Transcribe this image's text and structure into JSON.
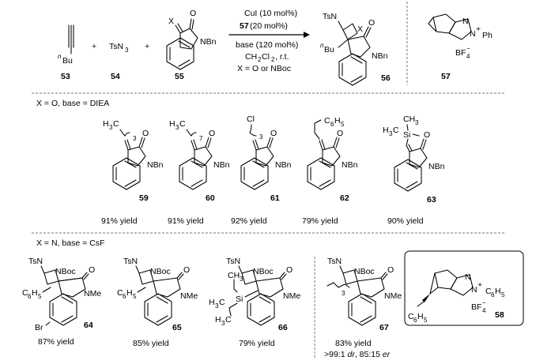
{
  "reaction": {
    "reagent_53": "53",
    "reagent_53_sub": "Bu",
    "reagent_53_sup": "n",
    "reagent_54": "TsN",
    "reagent_54_sub": "3",
    "reagent_54_num": "54",
    "plus": "+",
    "substrate_x": "X",
    "substrate_o": "O",
    "substrate_nbn": "NBn",
    "substrate_num": "55",
    "cond_cu": "CuI (10 mol%)",
    "cond_cat_num": "57",
    "cond_cat_amt": " (20 mol%)",
    "cond_base": "base (120 mol%)",
    "cond_solvent_a": "CH",
    "cond_solvent_sub1": "2",
    "cond_solvent_b": "Cl",
    "cond_solvent_sub2": "2",
    "cond_solvent_c": ", r.t.",
    "cond_x": "X = O or NBoc",
    "product_tsn": "TsN",
    "product_x": "X",
    "product_o": "O",
    "product_bu": "Bu",
    "product_bu_sup": "n",
    "product_nbn": "NBn",
    "product_num": "56"
  },
  "catalyst_57": {
    "n1": "N",
    "n2": "N",
    "plus": "+",
    "ph": "Ph",
    "bf": "BF",
    "bf_sub": "4",
    "bf_sup": "−",
    "num": "57"
  },
  "section1": {
    "header": "X = O, base = DIEA",
    "compounds": [
      {
        "num": "59",
        "yield": "91% yield",
        "sub": "H",
        "sub2": "3",
        "sub3": "C",
        "chain": "3",
        "o": "O",
        "n": "NBn"
      },
      {
        "num": "60",
        "yield": "91% yield",
        "sub": "H",
        "sub2": "3",
        "sub3": "C",
        "chain": "7",
        "o": "O",
        "n": "NBn"
      },
      {
        "num": "61",
        "yield": "92% yield",
        "sub": "Cl",
        "chain": "3",
        "o": "O",
        "n": "NBn"
      },
      {
        "num": "62",
        "yield": "79% yield",
        "sub": "C",
        "sub2": "6",
        "sub3": "H",
        "sub4": "5",
        "o": "O",
        "n": "NBn"
      },
      {
        "num": "63",
        "yield": "90% yield",
        "sub": "CH",
        "sub2": "3",
        "tms_a": "H",
        "tms_b": "3",
        "tms_c": "C",
        "si": "Si",
        "o": "O",
        "n": "NBn"
      }
    ]
  },
  "section2": {
    "header": "X = N, base = CsF",
    "compounds": [
      {
        "num": "64",
        "yield": "87% yield",
        "tsn": "TsN",
        "nboc": "NBoc",
        "o": "O",
        "nme": "NMe",
        "sub": "C",
        "sub_s1": "6",
        "sub_b": "H",
        "sub_s2": "5",
        "br": "Br"
      },
      {
        "num": "65",
        "yield": "85% yield",
        "tsn": "TsN",
        "nboc": "NBoc",
        "o": "O",
        "nme": "NMe",
        "sub": "C",
        "sub_s1": "6",
        "sub_b": "H",
        "sub_s2": "5"
      },
      {
        "num": "66",
        "yield": "79% yield",
        "tsn": "TsN",
        "nboc": "NBoc",
        "o": "O",
        "nme": "NMe",
        "si": "Si",
        "ch3_a": "CH",
        "ch3_b": "3",
        "h3c_a": "H",
        "h3c_b": "3",
        "h3c_c": "C"
      },
      {
        "num": "67",
        "yield": "83% yield",
        "tsn": "TsN",
        "nboc": "NBoc",
        "o": "O",
        "nme": "NMe",
        "chain": "3",
        "sel_a": ">99:1 ",
        "sel_dr": "dr",
        "sel_b": ", 85:15 ",
        "sel_er": "er"
      }
    ]
  },
  "catalyst_58": {
    "n1": "N",
    "n2": "N",
    "plus": "+",
    "c6h5_a": "C",
    "c6h5_s1": "6",
    "c6h5_b": "H",
    "c6h5_s2": "5",
    "bf": "BF",
    "bf_sub": "4",
    "bf_sup": "−",
    "num": "58"
  }
}
